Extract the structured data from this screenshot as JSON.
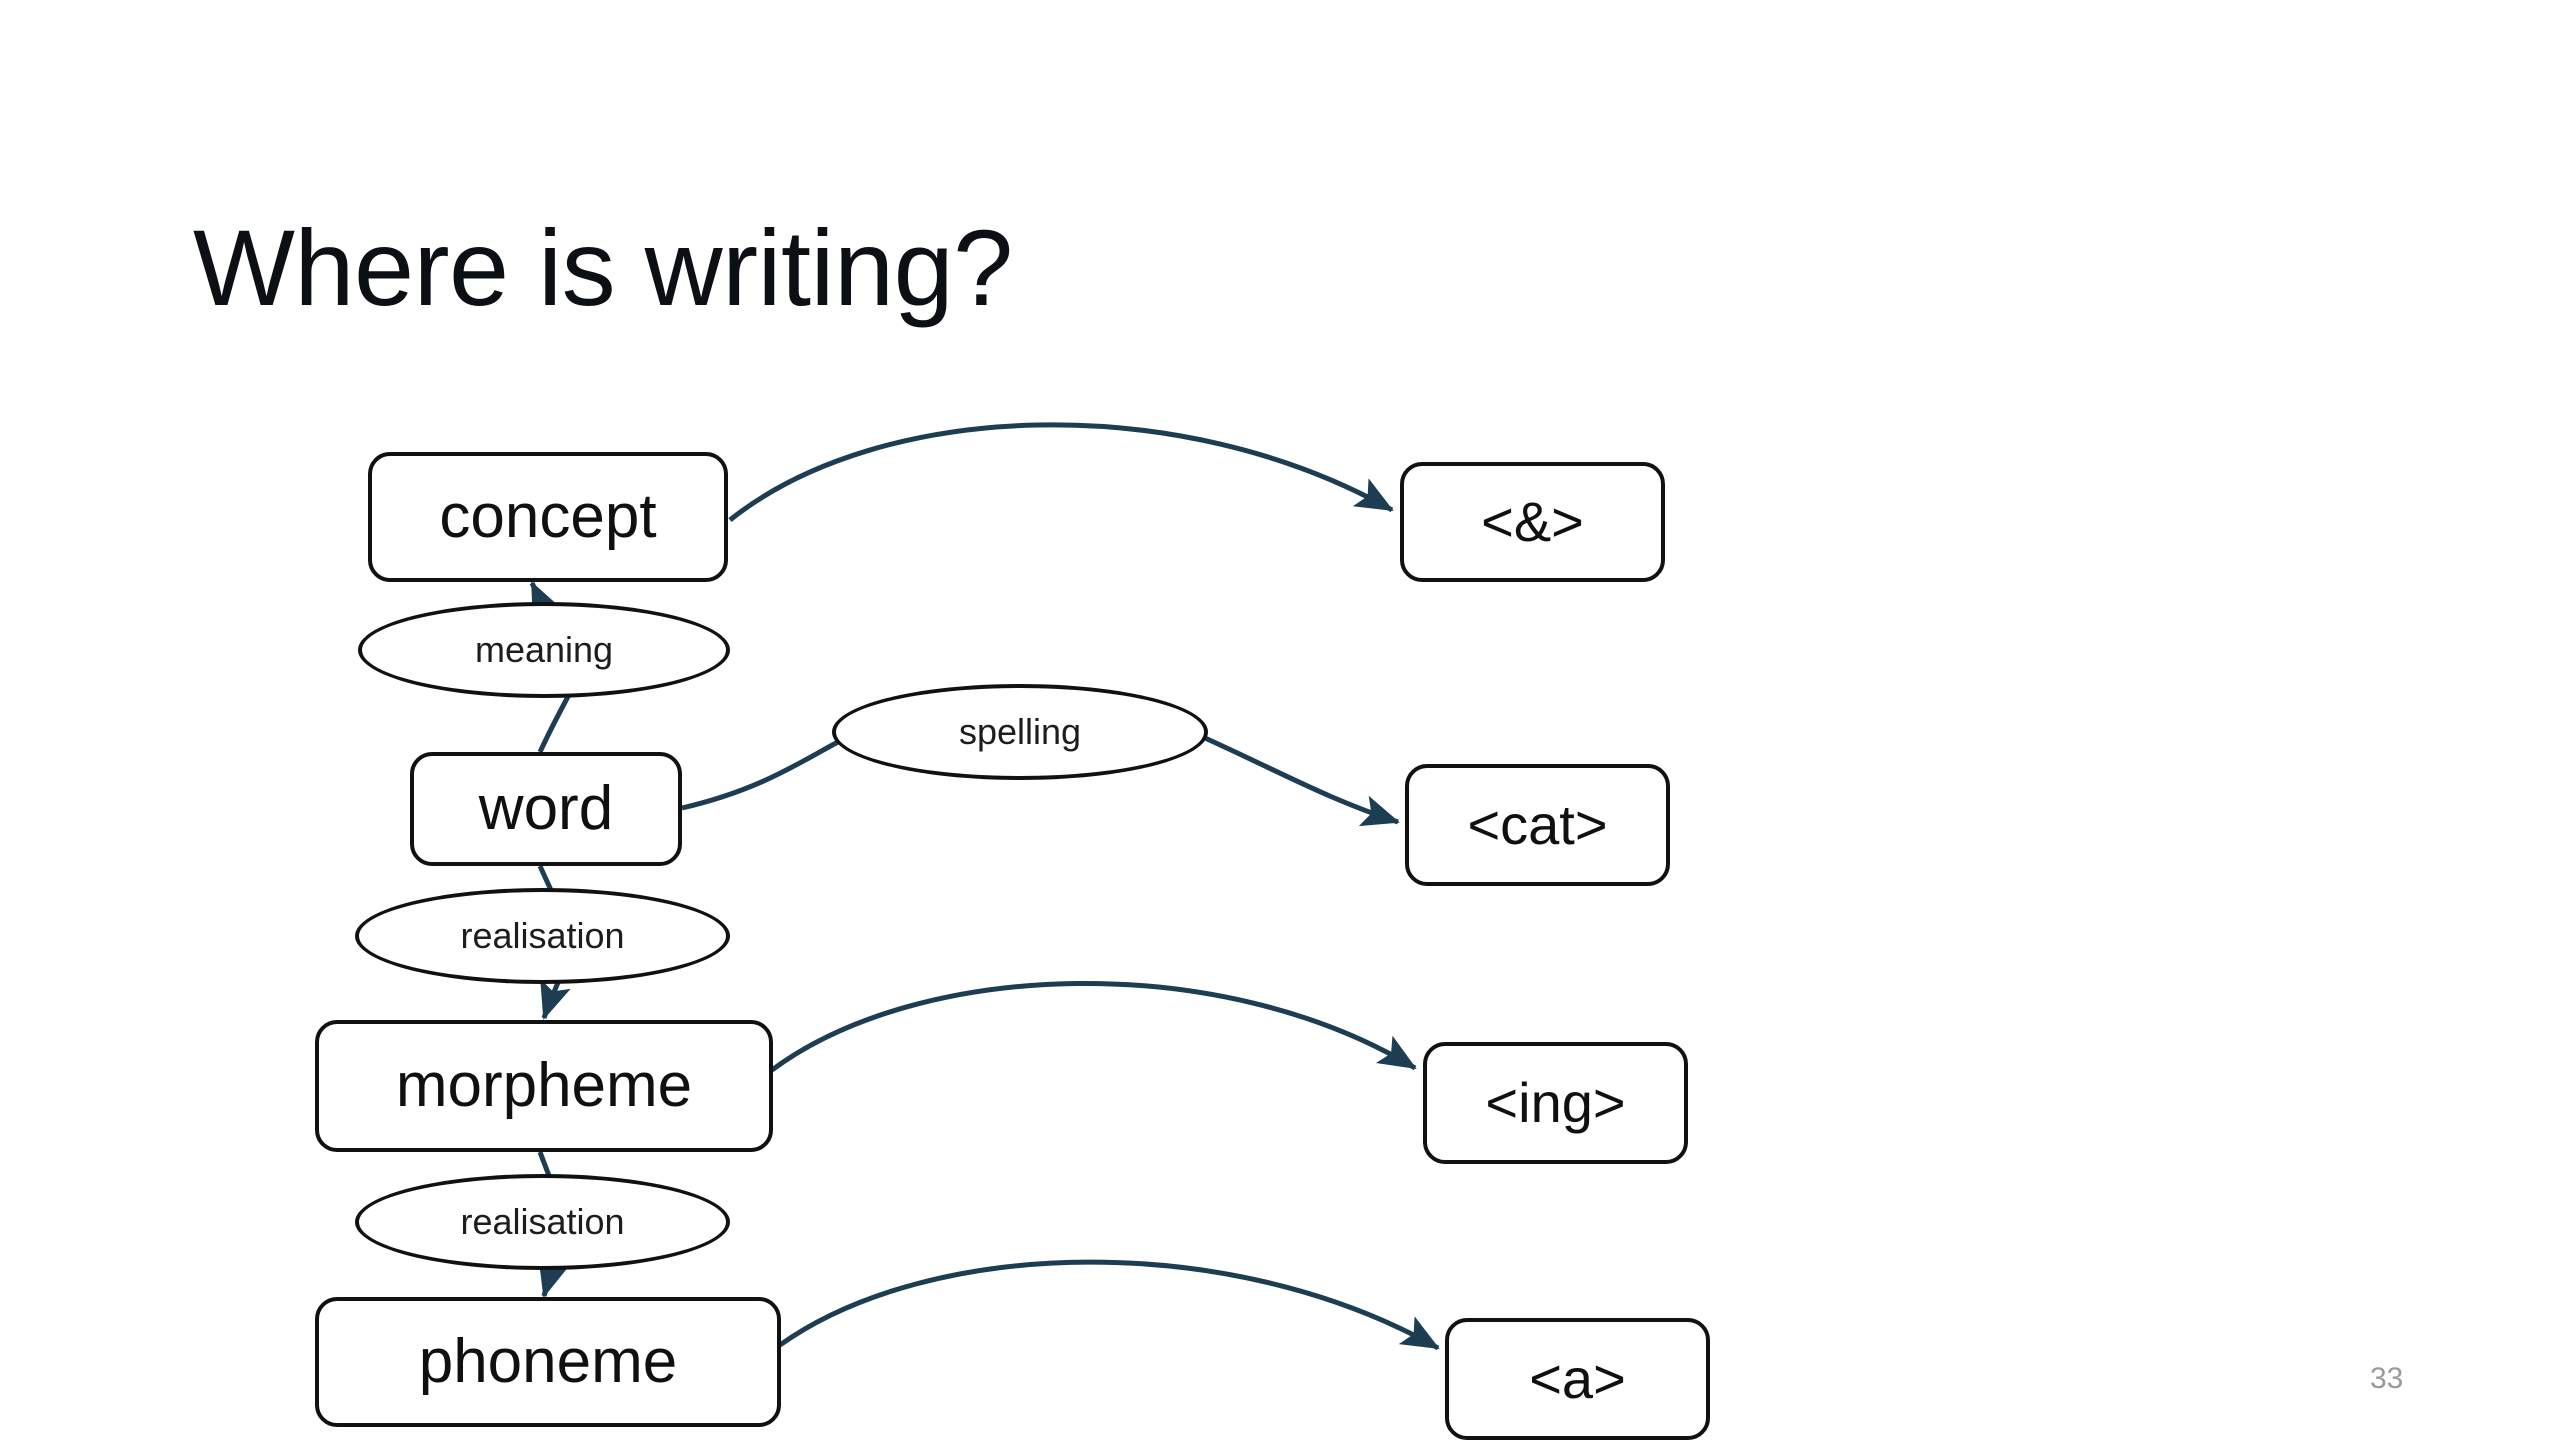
{
  "slide": {
    "title": "Where is writing?",
    "page_number": "33",
    "background_color": "#ffffff",
    "title_color": "#0c1014",
    "edge_color": "#1c3d52",
    "node_border_color": "#111111"
  },
  "diagram": {
    "type": "linguistic-stratification-graph",
    "linguistic_levels": [
      {
        "id": "concept",
        "label": "concept"
      },
      {
        "id": "word",
        "label": "word"
      },
      {
        "id": "morpheme",
        "label": "morpheme"
      },
      {
        "id": "phoneme",
        "label": "phoneme"
      }
    ],
    "relations": [
      {
        "id": "meaning",
        "label": "meaning",
        "from": "meaning-ellipse",
        "to": "concept"
      },
      {
        "id": "realisation1",
        "label": "realisation",
        "from": "word",
        "to": "morpheme"
      },
      {
        "id": "realisation2",
        "label": "realisation",
        "from": "morpheme",
        "to": "phoneme"
      },
      {
        "id": "spelling",
        "label": "spelling",
        "from": "word",
        "to": "cat-grapheme"
      }
    ],
    "graphemes": [
      {
        "id": "amp-grapheme",
        "label": "<&>",
        "source": "concept"
      },
      {
        "id": "cat-grapheme",
        "label": "<cat>",
        "source": "word"
      },
      {
        "id": "ing-grapheme",
        "label": "<ing>",
        "source": "morpheme"
      },
      {
        "id": "a-grapheme",
        "label": "<a>",
        "source": "phoneme"
      }
    ]
  }
}
